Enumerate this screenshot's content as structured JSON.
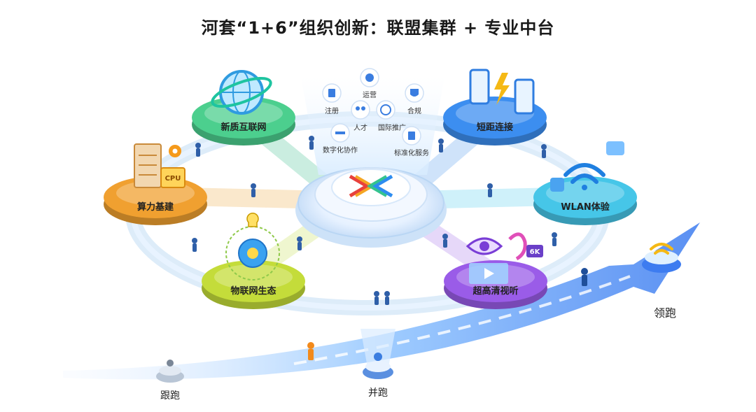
{
  "title": "河套“1+6”组织创新：联盟集群 + 专业中台",
  "nodes": [
    {
      "label": "新质互联网",
      "color": "#4ccf8e"
    },
    {
      "label": "短距连接",
      "color": "#3c8ef0"
    },
    {
      "label": "算力基建",
      "color": "#f0a030"
    },
    {
      "label": "WLAN体验",
      "color": "#46c6e8"
    },
    {
      "label": "物联网生态",
      "color": "#c4dc3a"
    },
    {
      "label": "超高清视听",
      "color": "#9a5ce8"
    }
  ],
  "services": [
    "注册",
    "运营",
    "合规",
    "人才",
    "国际推广",
    "数字化协作",
    "标准化服务"
  ],
  "stages": [
    "跟跑",
    "并跑",
    "领跑"
  ],
  "icon_text": {
    "cpu": "CPU",
    "resolution": "6K"
  }
}
